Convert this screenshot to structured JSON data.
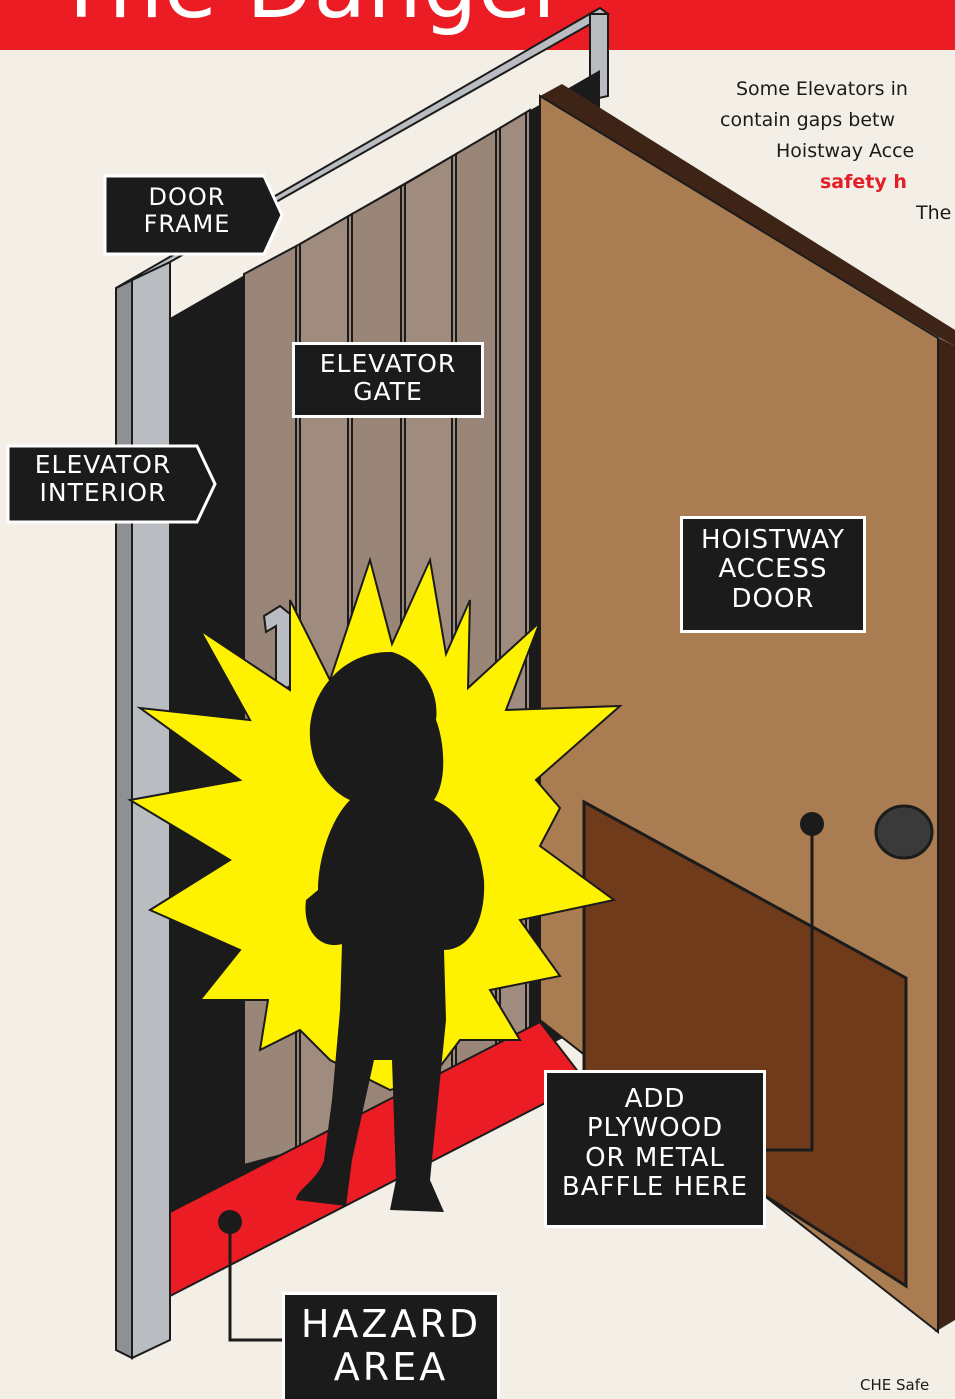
{
  "banner": {
    "title": "The Danger",
    "color": "#ec1c24"
  },
  "intro": {
    "line1": "Some Elevators in",
    "line2": "contain gaps betw",
    "line3": "Hoistway Acce",
    "line4": "safety h",
    "line5": "The"
  },
  "labels": {
    "door_frame": {
      "line1": "DOOR",
      "line2": "FRAME"
    },
    "elevator_gate": {
      "line1": "ELEVATOR",
      "line2": "GATE"
    },
    "elevator_interior": {
      "line1": "ELEVATOR",
      "line2": "INTERIOR"
    },
    "hoistway_door": {
      "line1": "HOISTWAY",
      "line2": "ACCESS",
      "line3": "DOOR"
    },
    "baffle": {
      "line1": "ADD",
      "line2": "PLYWOOD",
      "line3": "OR METAL",
      "line4": "BAFFLE HERE"
    },
    "hazard": {
      "line1": "HAZARD",
      "line2": "AREA"
    }
  },
  "credit": "CHE Safe",
  "colors": {
    "background": "#f3efe6",
    "hazard_red": "#ec1c24",
    "burst_yellow": "#fff200",
    "door_tan": "#a97c52",
    "door_edge": "#3d2416",
    "baffle_brown": "#6f3b1a",
    "frame_gray": "#b9bcc0",
    "gate_taupe": "#9a8678",
    "label_bg": "#1b1b1b"
  }
}
